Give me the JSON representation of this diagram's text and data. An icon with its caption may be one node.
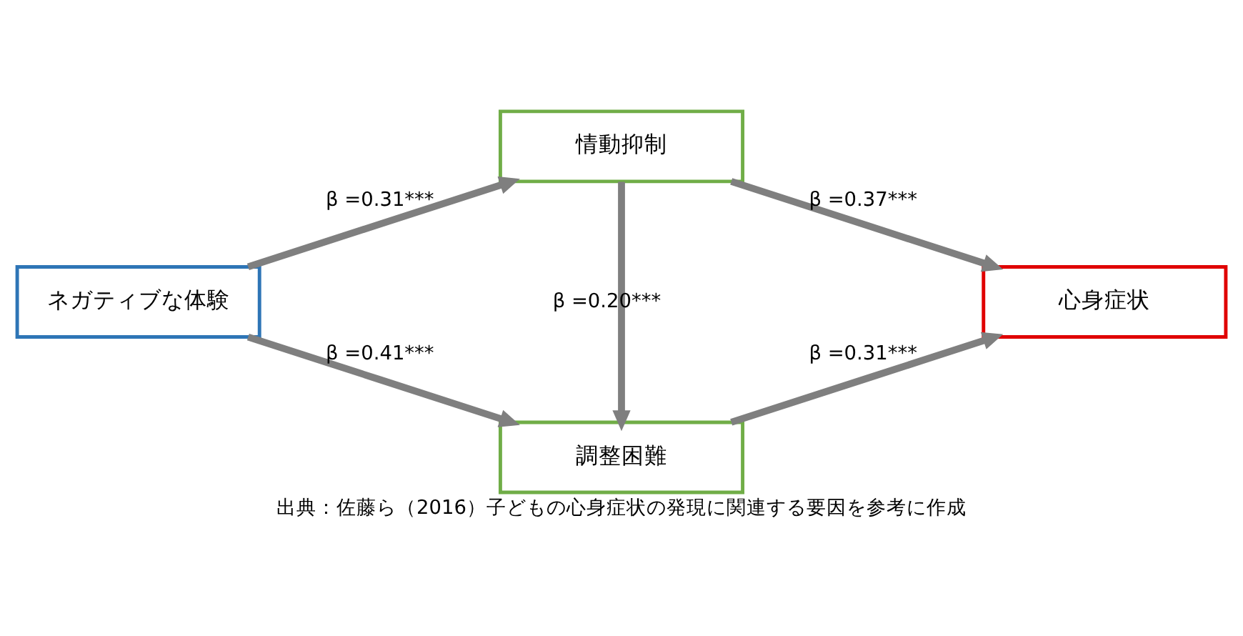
{
  "diagram": {
    "caption": "出典：佐藤ら（2016）子どもの心身症状の発現に関連する要因を参考に作成",
    "nodes": [
      {
        "text": [
          "ネガティブな体験"
        ]
      },
      {
        "text": [
          "情動抑制"
        ]
      },
      {
        "text": [
          "調整困難"
        ]
      },
      {
        "text": [
          "心身症状"
        ]
      }
    ],
    "edges": [
      {
        "from": 0,
        "to": 1,
        "arrow": "to",
        "label": "β =0.31***"
      },
      {
        "from": 0,
        "to": 2,
        "arrow": "to",
        "label": "β =0.41***"
      },
      {
        "from": 1,
        "to": 2,
        "arrow": "to",
        "label": "β =0.20***"
      },
      {
        "from": 1,
        "to": 3,
        "arrow": "to",
        "label": "β =0.37***"
      },
      {
        "from": 2,
        "to": 3,
        "arrow": "to",
        "label": "β =0.31***"
      }
    ]
  }
}
